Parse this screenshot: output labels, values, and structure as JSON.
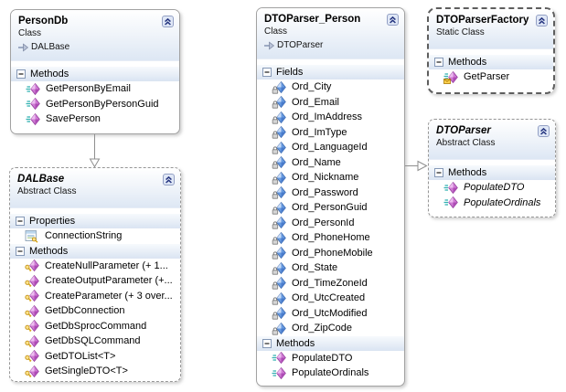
{
  "diagram": {
    "connector_color": "#8f8f8f",
    "accent_header_color": "#dde7f4",
    "relationships": [
      {
        "type": "inheritance",
        "from": "PersonDb",
        "to": "DALBase"
      },
      {
        "type": "inheritance",
        "from": "DTOParser_Person",
        "to": "DTOParser"
      }
    ]
  },
  "classes": [
    {
      "id": "persondb",
      "name": "PersonDb",
      "stereotype": "Class",
      "base": "DALBase",
      "name_italic": false,
      "collapse_icon": "chevron-double-up-icon",
      "compartments": [
        {
          "label": "Methods",
          "collapse_icon": "minus-box-icon",
          "items": [
            {
              "text": "GetPersonByEmail",
              "icon": "public-method-icon",
              "italic": false
            },
            {
              "text": "GetPersonByPersonGuid",
              "icon": "public-method-icon",
              "italic": false
            },
            {
              "text": "SavePerson",
              "icon": "public-method-icon",
              "italic": false
            }
          ]
        }
      ]
    },
    {
      "id": "dalbase",
      "name": "DALBase",
      "stereotype": "Abstract Class",
      "base": null,
      "name_italic": true,
      "collapse_icon": "chevron-double-up-icon",
      "compartments": [
        {
          "label": "Properties",
          "collapse_icon": "minus-box-icon",
          "items": [
            {
              "text": "ConnectionString",
              "icon": "property-icon",
              "italic": false
            }
          ]
        },
        {
          "label": "Methods",
          "collapse_icon": "minus-box-icon",
          "items": [
            {
              "text": "CreateNullParameter (+ 1...",
              "icon": "protected-method-icon",
              "italic": false
            },
            {
              "text": "CreateOutputParameter (+...",
              "icon": "protected-method-icon",
              "italic": false
            },
            {
              "text": "CreateParameter (+ 3 over...",
              "icon": "protected-method-icon",
              "italic": false
            },
            {
              "text": "GetDbConnection",
              "icon": "protected-method-icon",
              "italic": false
            },
            {
              "text": "GetDbSprocCommand",
              "icon": "protected-method-icon",
              "italic": false
            },
            {
              "text": "GetDbSQLCommand",
              "icon": "protected-method-icon",
              "italic": false
            },
            {
              "text": "GetDTOList<T>",
              "icon": "protected-method-icon",
              "italic": false
            },
            {
              "text": "GetSingleDTO<T>",
              "icon": "protected-method-icon",
              "italic": false
            }
          ]
        }
      ]
    },
    {
      "id": "dtoparser-person",
      "name": "DTOParser_Person",
      "stereotype": "Class",
      "base": "DTOParser",
      "name_italic": false,
      "collapse_icon": "chevron-double-up-icon",
      "compartments": [
        {
          "label": "Fields",
          "collapse_icon": "minus-box-icon",
          "items": [
            {
              "text": "Ord_City",
              "icon": "private-field-icon",
              "italic": false
            },
            {
              "text": "Ord_Email",
              "icon": "private-field-icon",
              "italic": false
            },
            {
              "text": "Ord_ImAddress",
              "icon": "private-field-icon",
              "italic": false
            },
            {
              "text": "Ord_ImType",
              "icon": "private-field-icon",
              "italic": false
            },
            {
              "text": "Ord_LanguageId",
              "icon": "private-field-icon",
              "italic": false
            },
            {
              "text": "Ord_Name",
              "icon": "private-field-icon",
              "italic": false
            },
            {
              "text": "Ord_Nickname",
              "icon": "private-field-icon",
              "italic": false
            },
            {
              "text": "Ord_Password",
              "icon": "private-field-icon",
              "italic": false
            },
            {
              "text": "Ord_PersonGuid",
              "icon": "private-field-icon",
              "italic": false
            },
            {
              "text": "Ord_PersonId",
              "icon": "private-field-icon",
              "italic": false
            },
            {
              "text": "Ord_PhoneHome",
              "icon": "private-field-icon",
              "italic": false
            },
            {
              "text": "Ord_PhoneMobile",
              "icon": "private-field-icon",
              "italic": false
            },
            {
              "text": "Ord_State",
              "icon": "private-field-icon",
              "italic": false
            },
            {
              "text": "Ord_TimeZoneId",
              "icon": "private-field-icon",
              "italic": false
            },
            {
              "text": "Ord_UtcCreated",
              "icon": "private-field-icon",
              "italic": false
            },
            {
              "text": "Ord_UtcModified",
              "icon": "private-field-icon",
              "italic": false
            },
            {
              "text": "Ord_ZipCode",
              "icon": "private-field-icon",
              "italic": false
            }
          ]
        },
        {
          "label": "Methods",
          "collapse_icon": "minus-box-icon",
          "items": [
            {
              "text": "PopulateDTO",
              "icon": "public-method-icon",
              "italic": false
            },
            {
              "text": "PopulateOrdinals",
              "icon": "public-method-icon",
              "italic": false
            }
          ]
        }
      ]
    },
    {
      "id": "dtoparserfactory",
      "name": "DTOParserFactory",
      "stereotype": "Static Class",
      "base": null,
      "name_italic": false,
      "collapse_icon": "chevron-double-up-icon",
      "compartments": [
        {
          "label": "Methods",
          "collapse_icon": "minus-box-icon",
          "items": [
            {
              "text": "GetParser",
              "icon": "internal-method-icon",
              "italic": false
            }
          ]
        }
      ]
    },
    {
      "id": "dtoparser",
      "name": "DTOParser",
      "stereotype": "Abstract Class",
      "base": null,
      "name_italic": true,
      "collapse_icon": "chevron-double-up-icon",
      "compartments": [
        {
          "label": "Methods",
          "collapse_icon": "minus-box-icon",
          "items": [
            {
              "text": "PopulateDTO",
              "icon": "public-method-icon",
              "italic": true
            },
            {
              "text": "PopulateOrdinals",
              "icon": "public-method-icon",
              "italic": true
            }
          ]
        }
      ]
    }
  ]
}
